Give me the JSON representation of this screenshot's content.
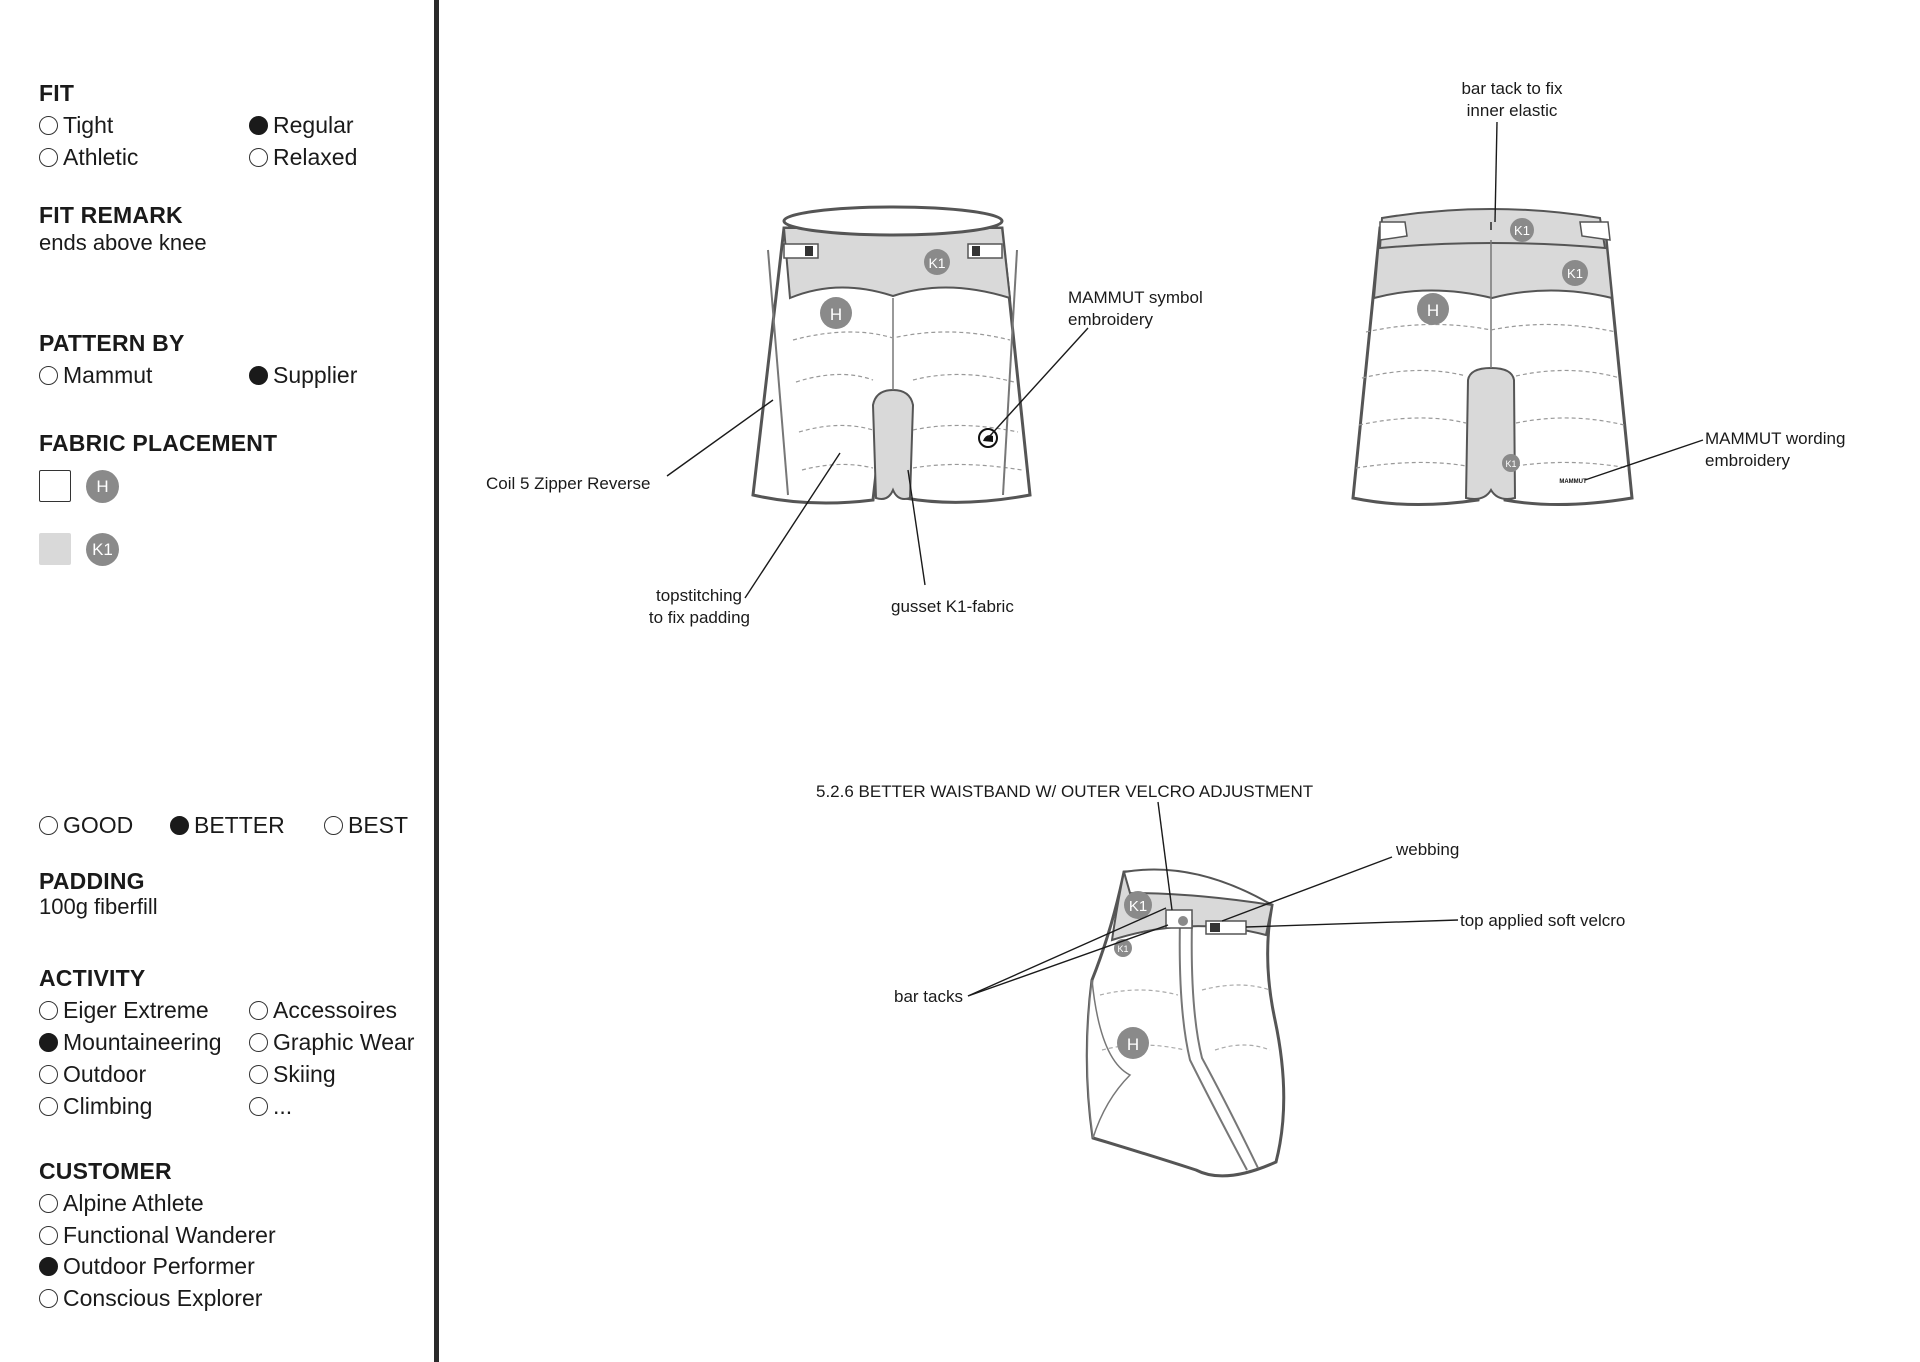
{
  "fit": {
    "heading": "FIT",
    "options": [
      {
        "label": "Tight",
        "selected": false
      },
      {
        "label": "Regular",
        "selected": true
      },
      {
        "label": "Athletic",
        "selected": false
      },
      {
        "label": "Relaxed",
        "selected": false
      }
    ]
  },
  "fit_remark": {
    "heading": "FIT REMARK",
    "text": "ends above knee"
  },
  "pattern_by": {
    "heading": "PATTERN BY",
    "options": [
      {
        "label": "Mammut",
        "selected": false
      },
      {
        "label": "Supplier",
        "selected": true
      }
    ]
  },
  "fabric_placement": {
    "heading": "FABRIC PLACEMENT",
    "items": [
      {
        "code": "H",
        "swatch": "#ffffff"
      },
      {
        "code": "K1",
        "swatch": "#d9d9d9"
      }
    ]
  },
  "tier": {
    "options": [
      {
        "label": "GOOD",
        "selected": false
      },
      {
        "label": "BETTER",
        "selected": true
      },
      {
        "label": "BEST",
        "selected": false
      }
    ]
  },
  "padding": {
    "heading": "PADDING",
    "text": "100g fiberfill"
  },
  "activity": {
    "heading": "ACTIVITY",
    "options": [
      {
        "label": "Eiger Extreme",
        "selected": false
      },
      {
        "label": "Accessoires",
        "selected": false
      },
      {
        "label": "Mountaineering",
        "selected": true
      },
      {
        "label": "Graphic Wear",
        "selected": false
      },
      {
        "label": "Outdoor",
        "selected": false
      },
      {
        "label": "Skiing",
        "selected": false
      },
      {
        "label": "Climbing",
        "selected": false
      },
      {
        "label": "...",
        "selected": false
      }
    ]
  },
  "customer": {
    "heading": "CUSTOMER",
    "options": [
      {
        "label": "Alpine Athlete",
        "selected": false
      },
      {
        "label": "Functional Wanderer",
        "selected": false
      },
      {
        "label": "Outdoor Performer",
        "selected": true
      },
      {
        "label": "Conscious Explorer",
        "selected": false
      }
    ]
  },
  "front_view": {
    "callouts": {
      "symbol_1": "MAMMUT symbol",
      "symbol_2": "embroidery",
      "zipper": "Coil 5 Zipper Reverse",
      "topstitch_1": "topstitching",
      "topstitch_2": "to fix padding",
      "gusset": "gusset K1-fabric"
    },
    "badges": {
      "k1": "K1",
      "h": "H"
    }
  },
  "back_view": {
    "callouts": {
      "bartack_1": "bar tack to fix",
      "bartack_2": "inner elastic",
      "wording_1": "MAMMUT wording",
      "wording_2": "embroidery"
    },
    "badges": {
      "k1_a": "K1",
      "k1_b": "K1",
      "h": "H",
      "k1_c": "K1"
    },
    "logo_text": "MAMMUT"
  },
  "waistband_view": {
    "title": "5.2.6 BETTER WAISTBAND W/ OUTER VELCRO ADJUSTMENT",
    "callouts": {
      "webbing": "webbing",
      "velcro": "top applied soft velcro",
      "bar_tacks": "bar tacks"
    },
    "badges": {
      "k1_a": "K1",
      "k1_b": "K1",
      "h": "H"
    }
  },
  "colors": {
    "fabric_k1": "#d9d9d9",
    "fabric_h": "#ffffff",
    "badge": "#8a8a8a",
    "outline": "#555555"
  }
}
